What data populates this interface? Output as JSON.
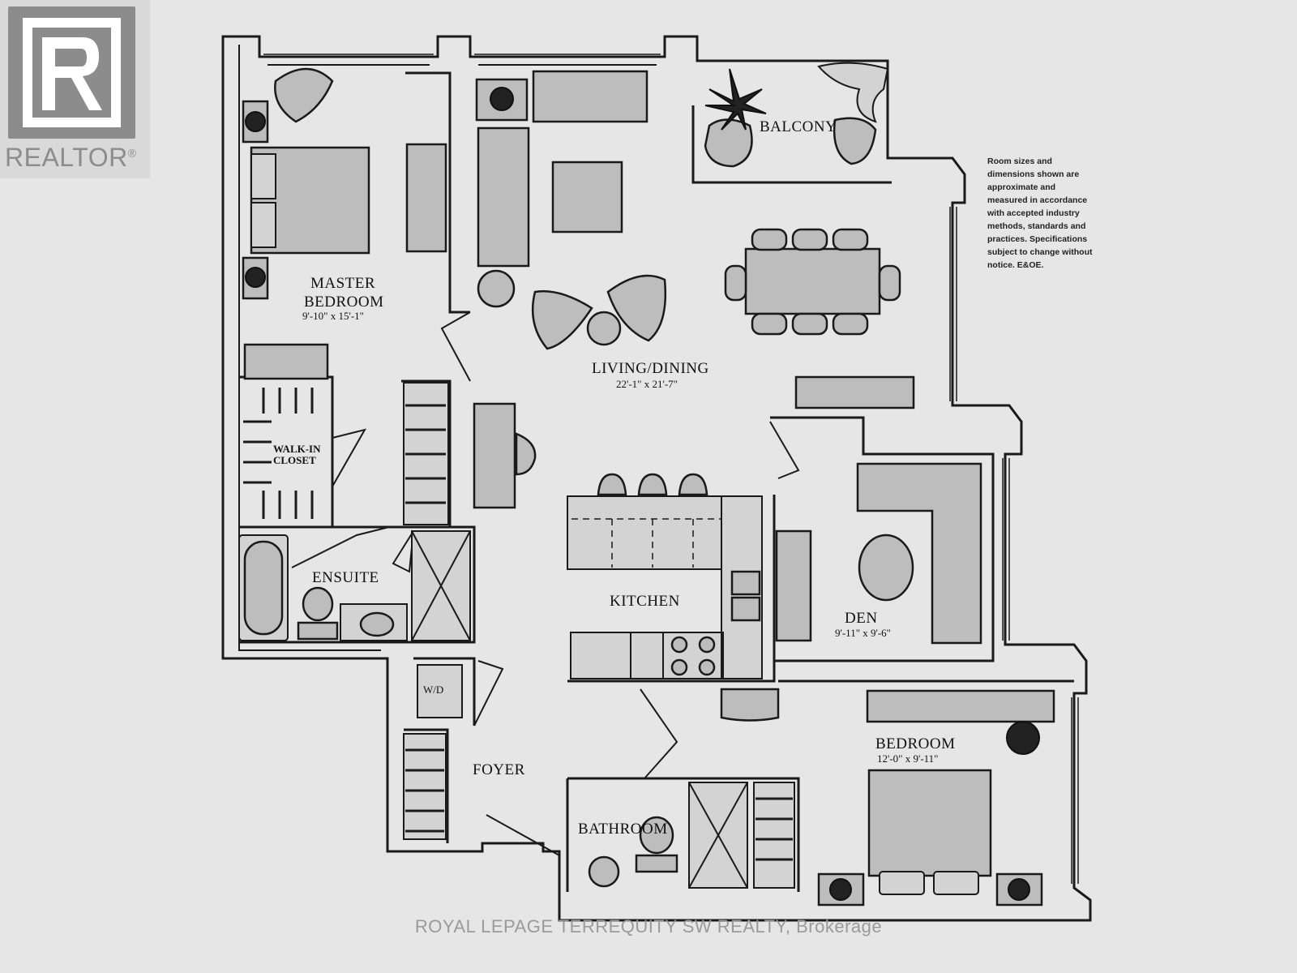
{
  "logo": {
    "text": "REALTOR",
    "mark": "®"
  },
  "disclaimer": "Room sizes and dimensions shown are approximate and measured in accordance with accepted industry methods, standards and practices. Specifications subject to change without notice. E&OE.",
  "rooms": {
    "master_bedroom": {
      "name_line1": "MASTER",
      "name_line2": "BEDROOM",
      "dims": "9'-10\" x 15'-1\""
    },
    "balcony": {
      "name": "BALCONY"
    },
    "living_dining": {
      "name": "LIVING/DINING",
      "dims": "22'-1\" x 21'-7\""
    },
    "walk_in_closet": {
      "name_line1": "WALK-IN",
      "name_line2": "CLOSET"
    },
    "ensuite": {
      "name": "ENSUITE"
    },
    "kitchen": {
      "name": "KITCHEN"
    },
    "den": {
      "name": "DEN",
      "dims": "9'-11\" x 9'-6\""
    },
    "washer_dryer": {
      "name": "W/D"
    },
    "foyer": {
      "name": "FOYER"
    },
    "bedroom": {
      "name": "BEDROOM",
      "dims": "12'-0\" x 9'-11\""
    },
    "bathroom": {
      "name": "BATHROOM"
    }
  },
  "watermark": "ROYAL LEPAGE TERREQUITY SW REALTY, Brokerage",
  "colors": {
    "background": "#e6e6e6",
    "ink": "#1a1a1a",
    "logo_gray": "#8c8c8c",
    "watermark_gray": "#9a9a9a"
  }
}
